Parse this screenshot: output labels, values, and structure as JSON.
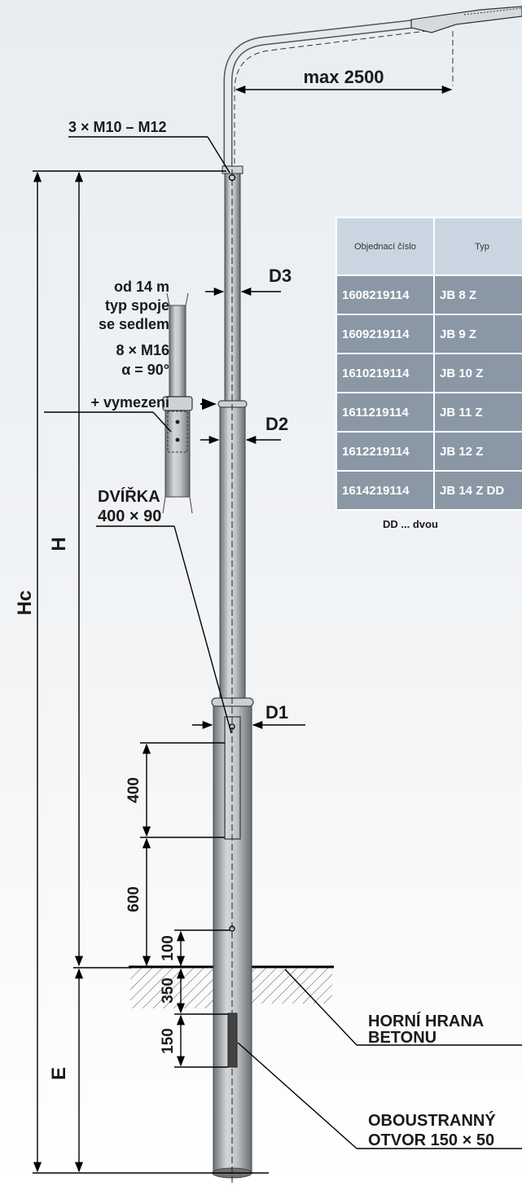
{
  "labels": {
    "arm_reach": "max 2500",
    "arm_bolts": "3 × M10 – M12",
    "joint_note_1": "od 14 m",
    "joint_note_2": "typ spoje",
    "joint_note_3": "se sedlem",
    "joint_bolts": "8 × M16",
    "joint_angle": "α = 90°",
    "joint_spacer": "+ vymezení",
    "diameter_top": "D3",
    "diameter_mid": "D2",
    "diameter_bottom": "D1",
    "door_title": "DVÍŘKA",
    "door_size": "400 × 90",
    "height_above_ground": "H",
    "height_total": "Hc",
    "dim_door": "400",
    "dim_below_door": "600",
    "dim_hole_above_ground": "100",
    "dim_to_opening": "350",
    "dim_opening": "150",
    "embedment": "E",
    "concrete_1": "HORNÍ HRANA",
    "concrete_2": "BETONU",
    "opening_1": "OBOUSTRANNÝ",
    "opening_2": "OTVOR 150 × 50"
  },
  "table": {
    "headers": [
      "Objednací číslo",
      "Typ"
    ],
    "rows": [
      [
        "1608219114",
        "JB 8 Z"
      ],
      [
        "1609219114",
        "JB 9 Z"
      ],
      [
        "1610219114",
        "JB 10 Z"
      ],
      [
        "1611219114",
        "JB 11 Z"
      ],
      [
        "1612219114",
        "JB 12 Z"
      ],
      [
        "1614219114",
        "JB 14 Z DD"
      ]
    ],
    "note": "DD ... dvou"
  },
  "colors": {
    "pole_metal": "#b9bdc0",
    "table_header": "#c9d6e1",
    "table_cell": "#8a98a6"
  }
}
